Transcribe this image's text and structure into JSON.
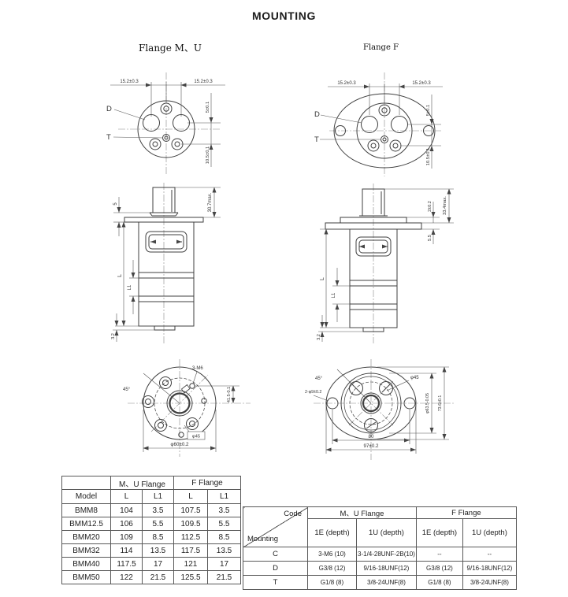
{
  "title": "MOUNTING",
  "sections": {
    "left_header": "Flange M、U",
    "right_header": "Flange F"
  },
  "drawings": {
    "mu_port": {
      "dim_left": "15.2±0.3",
      "dim_right": "15.2±0.3",
      "label_d": "D",
      "label_t": "T",
      "dim_upper_right": "5±0.1",
      "dim_lower_right": "10.5±0.1"
    },
    "f_port": {
      "dim_left": "15.2±0.3",
      "dim_right": "15.2±0.3",
      "label_d": "D",
      "label_t": "T",
      "dim_upper_right": "5±0.1",
      "dim_lower_right": "10.5±0.1"
    },
    "mu_side": {
      "dim_flange": "5",
      "dim_shaft": "30.7max.",
      "dim_length": "L",
      "dim_ports": "L1",
      "dim_tab": "3.2"
    },
    "f_side": {
      "dim_washer": "2±0.2",
      "dim_shaft": "33.4max.",
      "dim_flange": "5.5",
      "dim_length": "L",
      "dim_ports": "L1",
      "dim_tab": "3.2"
    },
    "mu_mount": {
      "label_angle": "45°",
      "label_holes": "3-M6",
      "label_circle": "φ45",
      "dim_outer": "φ60±0.2",
      "dim_side": "41.5-0.1"
    },
    "f_mount": {
      "label_angle": "45°",
      "label_circle": "φ45",
      "label_holes": "2-φ9±0.2",
      "dim_pilot": "φ63.5-0.05",
      "dim_height": "73.6±0.1",
      "dim_span_inner": "80",
      "dim_span_outer": "97±0.2"
    }
  },
  "dim_table": {
    "group_headers": [
      "M、U Flange",
      "F Flange"
    ],
    "col_headers": [
      "Model",
      "L",
      "L1",
      "L",
      "L1"
    ],
    "rows": [
      [
        "BMM8",
        "104",
        "3.5",
        "107.5",
        "3.5"
      ],
      [
        "BMM12.5",
        "106",
        "5.5",
        "109.5",
        "5.5"
      ],
      [
        "BMM20",
        "109",
        "8.5",
        "112.5",
        "8.5"
      ],
      [
        "BMM32",
        "114",
        "13.5",
        "117.5",
        "13.5"
      ],
      [
        "BMM40",
        "117.5",
        "17",
        "121",
        "17"
      ],
      [
        "BMM50",
        "122",
        "21.5",
        "125.5",
        "21.5"
      ]
    ]
  },
  "port_table": {
    "corner_top": "Code",
    "corner_bottom": "Mounting",
    "group_headers": [
      "M、U Flange",
      "F Flange"
    ],
    "col_headers": [
      "1E (depth)",
      "1U (depth)",
      "1E (depth)",
      "1U (depth)"
    ],
    "rows": [
      [
        "C",
        "3-M6 (10)",
        "3-1/4-28UNF-2B(10)",
        "--",
        "--"
      ],
      [
        "D",
        "G3/8 (12)",
        "9/16-18UNF(12)",
        "G3/8 (12)",
        "9/16-18UNF(12)"
      ],
      [
        "T",
        "G1/8 (8)",
        "3/8-24UNF(8)",
        "G1/8 (8)",
        "3/8-24UNF(8)"
      ]
    ]
  }
}
